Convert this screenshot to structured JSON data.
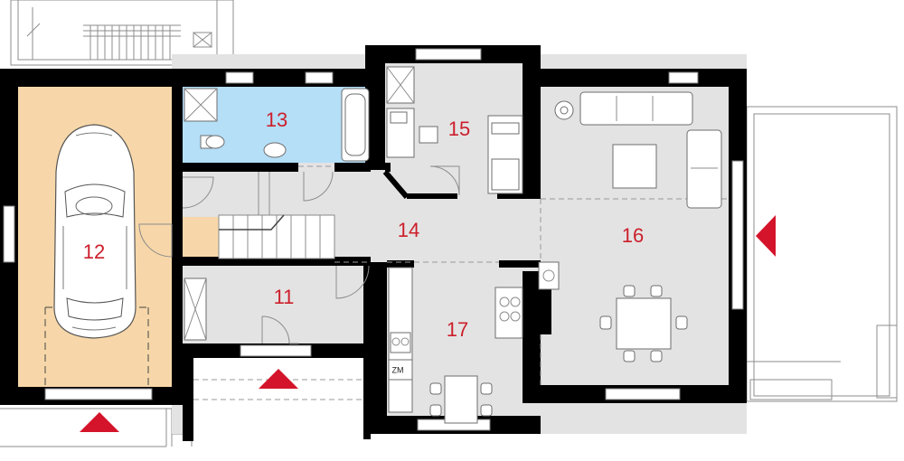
{
  "colors": {
    "garage_floor": "#f7d7a9",
    "bathroom_floor": "#b5def7",
    "interior_floor": "#e3e3e3",
    "wall": "#000000",
    "label": "#cc1f2b",
    "entry_arrow": "#d4142a"
  },
  "rooms": {
    "garage": "12",
    "bathroom": "13",
    "hall": "14",
    "office": "15",
    "living": "16",
    "kitchen": "17",
    "utility": "11"
  },
  "appliance_label": "ZM"
}
